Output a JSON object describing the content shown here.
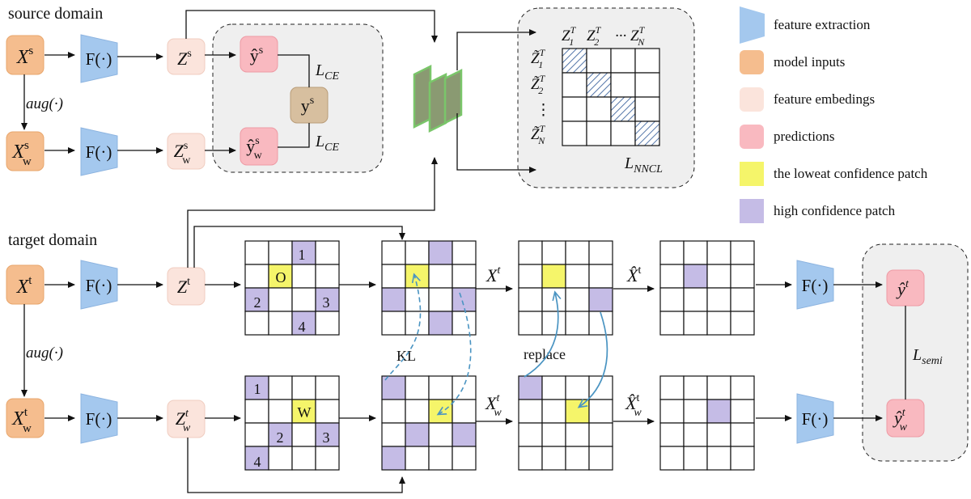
{
  "sections": {
    "source": "source domain",
    "target": "target domain"
  },
  "nodes": {
    "xs": {
      "base": "X",
      "sup": "s",
      "sub": ""
    },
    "xsw": {
      "base": "X",
      "sup": "s",
      "sub": "w"
    },
    "zs": {
      "base": "Z",
      "sup": "s",
      "sub": ""
    },
    "zsw": {
      "base": "Z",
      "sup": "s",
      "sub": "w"
    },
    "ys_hat": {
      "base": "ŷ",
      "sup": "s",
      "sub": ""
    },
    "ysw_hat": {
      "base": "ŷ",
      "sup": "s",
      "sub": "w"
    },
    "ys": {
      "base": "y",
      "sup": "s",
      "sub": ""
    },
    "xt": {
      "base": "X",
      "sup": "t",
      "sub": ""
    },
    "xtw": {
      "base": "X",
      "sup": "t",
      "sub": "w"
    },
    "zt": {
      "base": "Z",
      "sup": "t",
      "sub": ""
    },
    "ztw": {
      "base": "Z",
      "sup": "t",
      "sub": "w"
    },
    "yt_hat": {
      "base": "ŷ",
      "sup": "t",
      "sub": ""
    },
    "ytw_hat": {
      "base": "ŷ",
      "sup": "t",
      "sub": "w"
    }
  },
  "extractor_label": "F(·)",
  "aug_label": "aug(·)",
  "losses": {
    "ce_top": {
      "base": "L",
      "sub": "CE"
    },
    "ce_bottom": {
      "base": "L",
      "sub": "CE"
    },
    "nncl": {
      "base": "L",
      "sub": "NNCL"
    },
    "semi": {
      "base": "L",
      "sub": "semi"
    }
  },
  "matrix": {
    "col_headers": [
      {
        "base": "Z",
        "sup": "T",
        "sub": "1"
      },
      {
        "base": "Z",
        "sup": "T",
        "sub": "2"
      },
      {
        "base": "··· Z",
        "sup": "T",
        "sub": "N"
      }
    ],
    "row_headers": [
      {
        "base": "Z̃",
        "sup": "T",
        "sub": "1"
      },
      {
        "base": "Z̃",
        "sup": "T",
        "sub": "2"
      },
      {
        "base": "⋮",
        "sup": "",
        "sub": ""
      },
      {
        "base": "Z̃",
        "sup": "T",
        "sub": "N"
      }
    ]
  },
  "grids": {
    "g1_labels": {
      "lowest": "O",
      "high": [
        "1",
        "2",
        "3",
        "4"
      ]
    },
    "g4_labels": {
      "lowest": "W",
      "high": [
        "1",
        "2",
        "3",
        "4"
      ]
    }
  },
  "edge_labels": {
    "xt": {
      "base": "X",
      "sup": "t",
      "sub": ""
    },
    "xtw": {
      "base": "X",
      "sup": "t",
      "sub": "w"
    },
    "xhat_t": {
      "base": "X̂",
      "sup": "t",
      "sub": ""
    },
    "xhat_tw": {
      "base": "X̂",
      "sup": "t",
      "sub": "w"
    },
    "kl": "KL",
    "replace": "replace"
  },
  "legend": [
    {
      "label": "feature extraction",
      "color": "#a4c8ee",
      "shape": "trapezoid"
    },
    {
      "label": "model inputs",
      "color": "#f5bd8e",
      "shape": "rounded"
    },
    {
      "label": "feature embedings",
      "color": "#fbe4dc",
      "shape": "rounded"
    },
    {
      "label": "predictions",
      "color": "#f9b9c0",
      "shape": "rounded"
    },
    {
      "label": "the loweat confidence patch",
      "color": "#f5f56a",
      "shape": "square"
    },
    {
      "label": "high confidence patch",
      "color": "#c5bce6",
      "shape": "square"
    }
  ],
  "colors": {
    "input": "#f5bd8e",
    "embedding": "#fbe4dc",
    "prediction": "#f9b9c0",
    "label_box": "#d7bf9f",
    "extractor": "#a4c8ee",
    "lowest_patch": "#f5f56a",
    "high_patch": "#c5bce6",
    "panel": "#efefef",
    "dashed_arrow": "#4a94c2"
  }
}
